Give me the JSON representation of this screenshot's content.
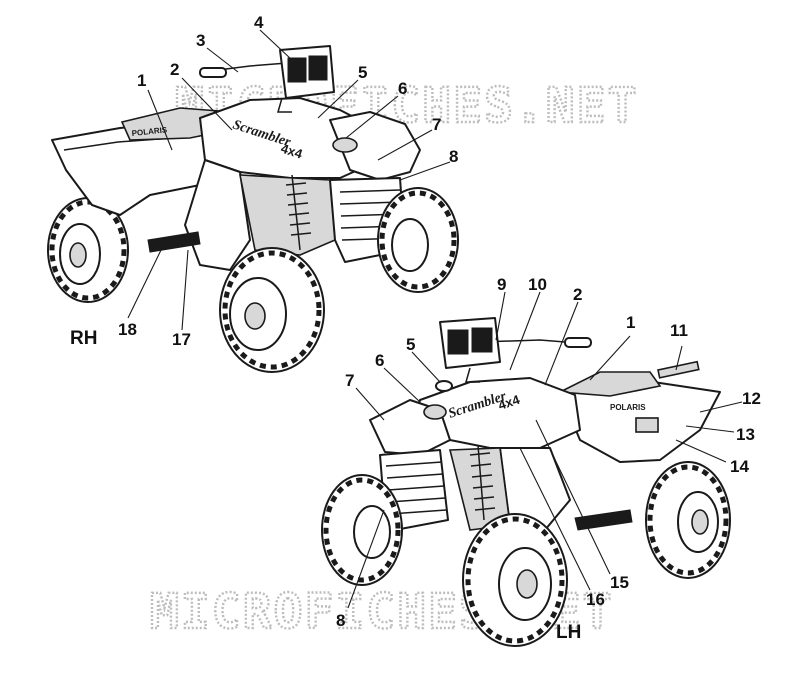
{
  "watermark": {
    "text": "MICROFICHES.NET"
  },
  "views": [
    {
      "id": "rh",
      "label": "RH"
    },
    {
      "id": "lh",
      "label": "LH"
    }
  ],
  "callouts": {
    "rh": [
      "1",
      "2",
      "3",
      "4",
      "5",
      "6",
      "7",
      "8",
      "17",
      "18"
    ],
    "lh": [
      "1",
      "2",
      "5",
      "6",
      "7",
      "8",
      "9",
      "10",
      "11",
      "12",
      "13",
      "14",
      "15",
      "16"
    ]
  },
  "decals": {
    "brand": "POLARIS",
    "model": "Scrambler",
    "badge": "4x4"
  },
  "colors": {
    "ink": "#1a1a1a",
    "watermark": "#bdbdbd",
    "background": "#ffffff"
  }
}
